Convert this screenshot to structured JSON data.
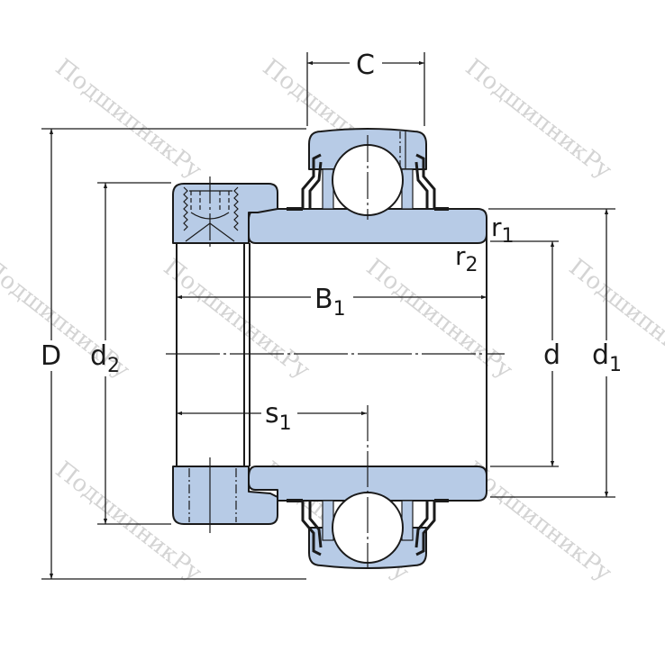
{
  "diagram": {
    "type": "bearing-cross-section",
    "subject": "Insert ball bearing with grub screw locking",
    "colors": {
      "fill": "#b7cbe6",
      "line": "#1a1a1a",
      "background": "#ffffff",
      "watermark": "#d4d4d4"
    }
  },
  "labels": {
    "C": {
      "main": "C",
      "sub": ""
    },
    "D": {
      "main": "D",
      "sub": ""
    },
    "d2": {
      "main": "d",
      "sub": "2"
    },
    "B1": {
      "main": "B",
      "sub": "1"
    },
    "s1": {
      "main": "s",
      "sub": "1"
    },
    "r1": {
      "main": "r",
      "sub": "1"
    },
    "r2": {
      "main": "r",
      "sub": "2"
    },
    "d": {
      "main": "d",
      "sub": ""
    },
    "d1": {
      "main": "d",
      "sub": "1"
    }
  },
  "watermark": {
    "text": "ПодшипникРу"
  }
}
